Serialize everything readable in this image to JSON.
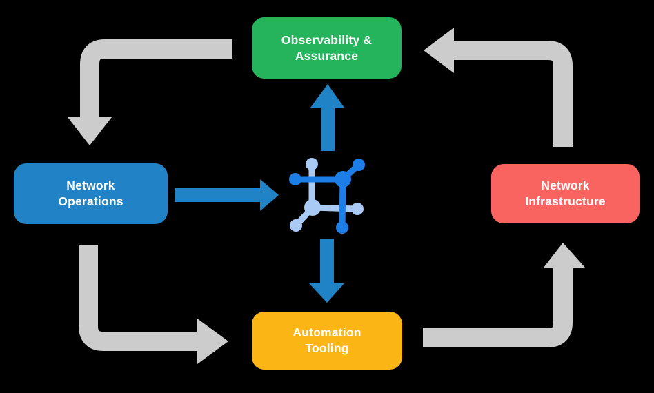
{
  "diagram": {
    "background_color": "#000000",
    "nodes": {
      "observability": {
        "line1": "Observability &",
        "line2": "Assurance",
        "color": "#25B35B"
      },
      "operations": {
        "line1": "Network",
        "line2": "Operations",
        "color": "#2183C6"
      },
      "infrastructure": {
        "line1": "Network",
        "line2": "Infrastructure",
        "color": "#F96360"
      },
      "automation": {
        "line1": "Automation",
        "line2": "Tooling",
        "color": "#FBB515"
      }
    },
    "colors": {
      "arrow_gray": "#CCCCCC",
      "arrow_blue": "#2083C5",
      "icon_blue_dark": "#1E7EE8",
      "icon_blue_light": "#A8CAF5",
      "text": "#FFFFFF"
    },
    "flows": {
      "outer_cycle": [
        "observability -> operations",
        "operations -> automation",
        "automation -> infrastructure",
        "infrastructure -> observability"
      ],
      "center_flows": [
        "operations -> center-icon",
        "center-icon -> observability",
        "center-icon -> automation"
      ]
    }
  }
}
